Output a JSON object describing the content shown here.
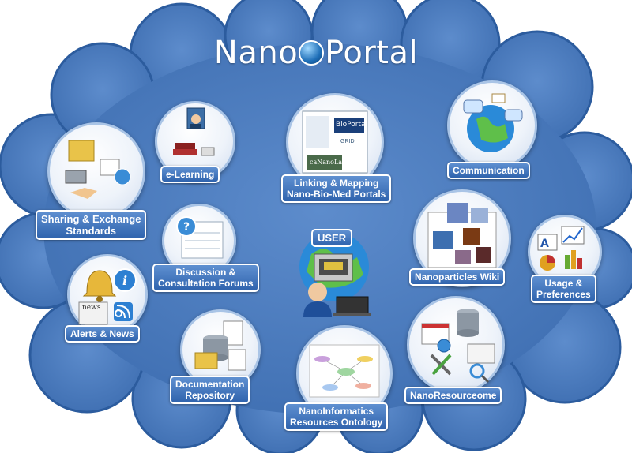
{
  "title": {
    "part1": "Nano",
    "part2": "Portal"
  },
  "center": {
    "label": "USER"
  },
  "nodes": {
    "elearning": {
      "label": "e-Learning",
      "icon": "monitor-books-icon"
    },
    "linking": {
      "line1": "Linking & Mapping",
      "line2": "Nano-Bio-Med Portals",
      "icon": "portal-screens-icon",
      "logos": [
        "BioPortal",
        "caNanoLab",
        "GRID"
      ]
    },
    "communication": {
      "label": "Communication",
      "icon": "globe-chat-icon"
    },
    "sharing": {
      "line1": "Sharing & Exchange",
      "line2": "Standards",
      "icon": "folder-share-icon"
    },
    "discussion": {
      "line1": "Discussion &",
      "line2": "Consultation Forums",
      "icon": "forum-question-icon"
    },
    "wiki": {
      "label": "Nanoparticles Wiki",
      "icon": "wiki-page-icon"
    },
    "usage": {
      "line1": "Usage &",
      "line2": "Preferences",
      "icon": "charts-icon"
    },
    "alerts": {
      "label": "Alerts & News",
      "icon": "bell-news-icon",
      "news_text": "news"
    },
    "documentation": {
      "line1": "Documentation",
      "line2": "Repository",
      "icon": "database-docs-icon"
    },
    "ontology": {
      "line1": "NanoInformatics",
      "line2": "Resources Ontology",
      "icon": "ontology-graph-icon"
    },
    "resourceome": {
      "label": "NanoResourceome",
      "icon": "tools-database-icon"
    }
  },
  "colors": {
    "cloud": "#4a78bb",
    "cloud_edge": "#2c5c9e",
    "label_top": "#5f90d1",
    "label_bottom": "#2f63ad"
  }
}
